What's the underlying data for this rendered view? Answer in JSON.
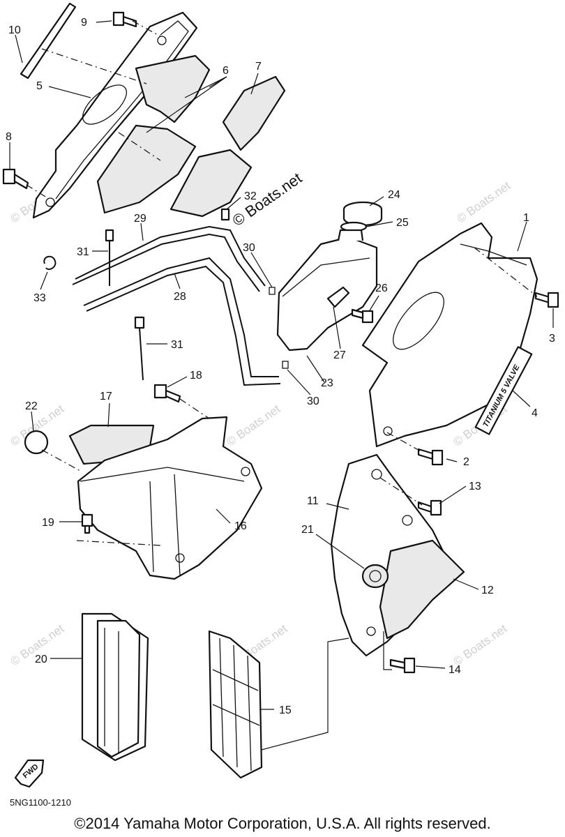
{
  "callouts": [
    {
      "label": "1"
    },
    {
      "label": "2"
    },
    {
      "label": "3"
    },
    {
      "label": "4"
    },
    {
      "label": "5"
    },
    {
      "label": "6"
    },
    {
      "label": "7"
    },
    {
      "label": "8"
    },
    {
      "label": "9"
    },
    {
      "label": "10"
    },
    {
      "label": "11"
    },
    {
      "label": "12"
    },
    {
      "label": "13"
    },
    {
      "label": "14"
    },
    {
      "label": "15"
    },
    {
      "label": "16"
    },
    {
      "label": "17"
    },
    {
      "label": "18"
    },
    {
      "label": "19"
    },
    {
      "label": "20"
    },
    {
      "label": "21"
    },
    {
      "label": "22"
    },
    {
      "label": "23"
    },
    {
      "label": "24"
    },
    {
      "label": "25"
    },
    {
      "label": "26"
    },
    {
      "label": "27"
    },
    {
      "label": "28"
    },
    {
      "label": "29"
    },
    {
      "label": "30"
    },
    {
      "label": "30"
    },
    {
      "label": "31"
    },
    {
      "label": "31"
    },
    {
      "label": "32"
    },
    {
      "label": "33"
    }
  ],
  "badge_text": "TITANIUM 5 VALVE",
  "fwd_text": "FWD",
  "watermark_main": "© Boats.net",
  "watermark_faint": "© Boats.net",
  "diagram_code": "5NG1100-1210",
  "copyright": "©2014 Yamaha Motor Corporation, U.S.A. All rights reserved."
}
